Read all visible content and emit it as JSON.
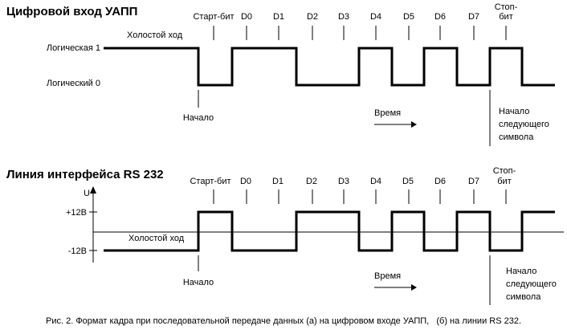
{
  "top": {
    "title": "Цифровой вход УАПП",
    "level_high": "Логическая 1",
    "level_low": "Логический 0",
    "idle_label": "Холостой ход",
    "start_bit": "Старт-бит",
    "bits": [
      "D0",
      "D1",
      "D2",
      "D3",
      "D4",
      "D5",
      "D6",
      "D7"
    ],
    "stop_line1": "Стоп-",
    "stop_line2": "бит",
    "start_marker": "Начало",
    "time_label": "Время",
    "next_line1": "Начало",
    "next_line2": "следующего",
    "next_line3": "символа",
    "bit_values": [
      1,
      0,
      1,
      1,
      0,
      0,
      1,
      0,
      1,
      0,
      1
    ]
  },
  "bottom": {
    "title": "Линия интерфейса RS 232",
    "axis_label": "U",
    "level_high": "+12В",
    "level_low": "-12В",
    "idle_label": "Холостой ход",
    "start_bit": "Старт-бит",
    "bits": [
      "D0",
      "D1",
      "D2",
      "D3",
      "D4",
      "D5",
      "D6",
      "D7"
    ],
    "stop_line1": "Стоп-",
    "stop_line2": "бит",
    "start_marker": "Начало",
    "time_label": "Время",
    "next_line1": "Начало",
    "next_line2": "следующего",
    "next_line3": "символа"
  },
  "caption": "Рис. 2. Формат кадра при последовательной передаче данных (а) на цифровом входе УАПП,   (б) на линии RS 232."
}
